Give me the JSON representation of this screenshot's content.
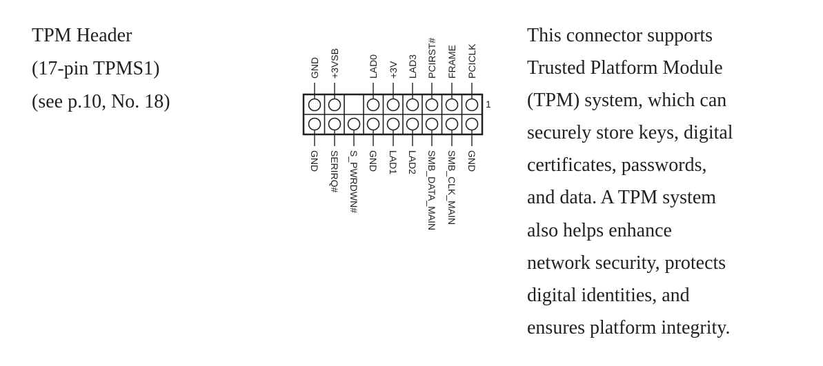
{
  "heading": {
    "title": "TPM Header",
    "subtitle": "(17-pin TPMS1)",
    "reference": "(see p.10, No. 18)"
  },
  "diagram": {
    "pin1_marker": "1",
    "top_row_labels": [
      "GND",
      "+3VSB",
      "",
      "LAD0",
      "+3V",
      "LAD3",
      "PCIRST#",
      "FRAME",
      "PCICLK"
    ],
    "bottom_row_labels": [
      "GND",
      "SERIRQ#",
      "S_PWRDWN#",
      "GND",
      "LAD1",
      "LAD2",
      "SMB_DATA_MAIN",
      "SMB_CLK_MAIN",
      "GND"
    ]
  },
  "description": {
    "lines": [
      "This connector supports",
      "Trusted Platform Module",
      "(TPM) system, which can",
      "securely store keys, digital",
      "certificates, passwords,",
      "and data. A TPM system",
      "also helps enhance",
      "network security, protects",
      "digital identities, and",
      "ensures platform integrity."
    ]
  }
}
